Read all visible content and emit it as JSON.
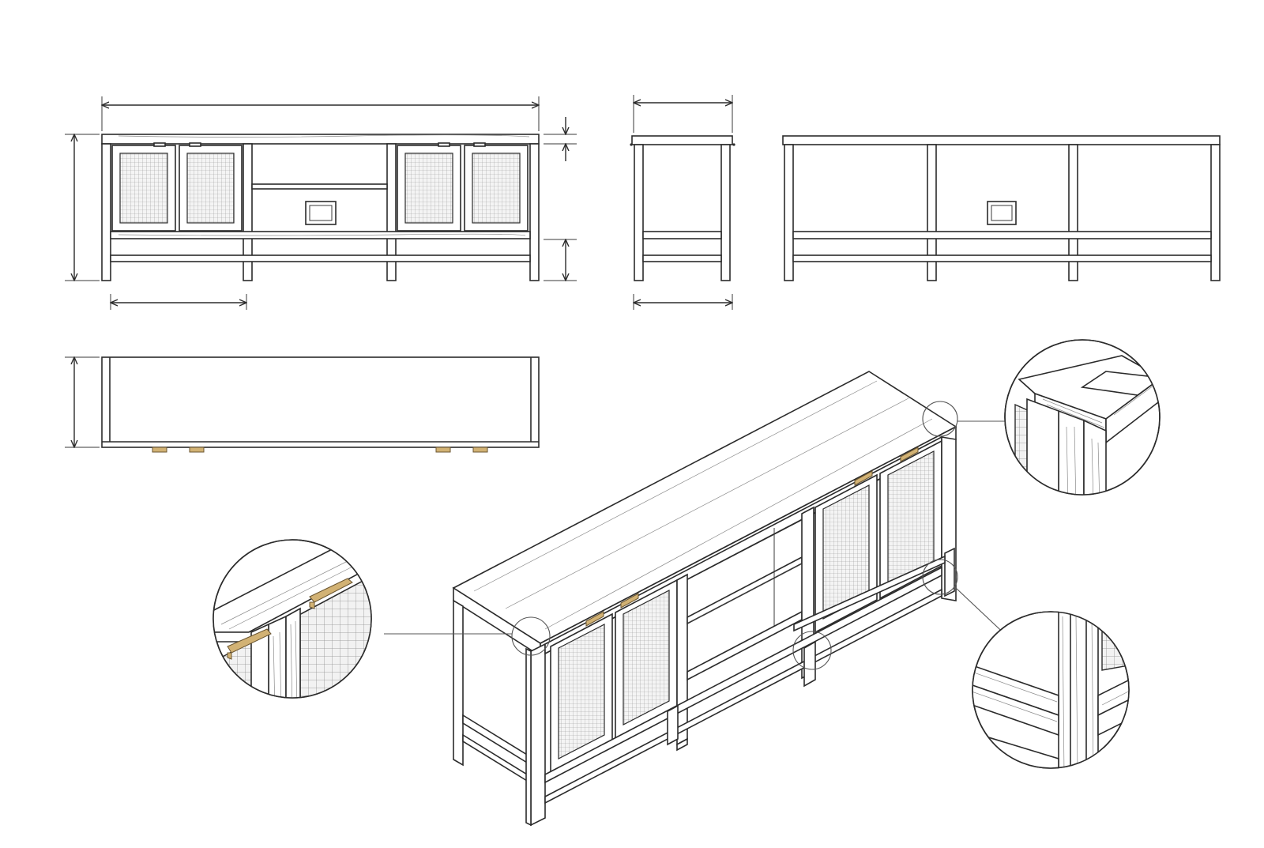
{
  "drawing": {
    "line_color": "#2b2b2b",
    "accent_color": "#d2b274",
    "background": "#ffffff",
    "views": [
      "front-elevation",
      "side-elevation",
      "rear-elevation",
      "top-plan",
      "isometric",
      "detail-top-corner",
      "detail-pulls",
      "detail-leg-joint"
    ]
  }
}
